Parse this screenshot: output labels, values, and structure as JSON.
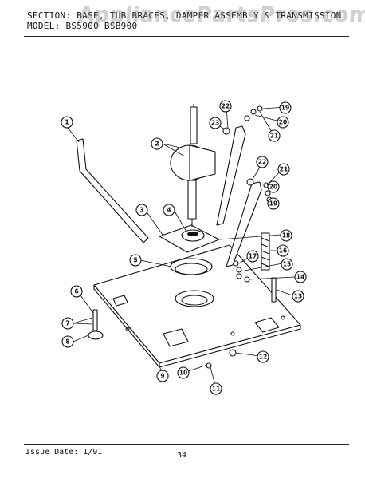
{
  "header": {
    "line1": "SECTION: BASE, TUB BRACES, DAMPER ASSEMBLY & TRANSMISSION",
    "line2": "MODEL: BS5900  BSB900"
  },
  "watermark": "AppliancePartsPros.com",
  "footer": {
    "issue": "Issue Date: 1/91",
    "page": "34"
  },
  "callouts": [
    "1",
    "2",
    "3",
    "4",
    "5",
    "6",
    "7",
    "8",
    "9",
    "10",
    "11",
    "12",
    "13",
    "14",
    "15",
    "16",
    "17",
    "18",
    "19",
    "20",
    "21",
    "22",
    "23",
    "22",
    "21",
    "20",
    "19"
  ]
}
